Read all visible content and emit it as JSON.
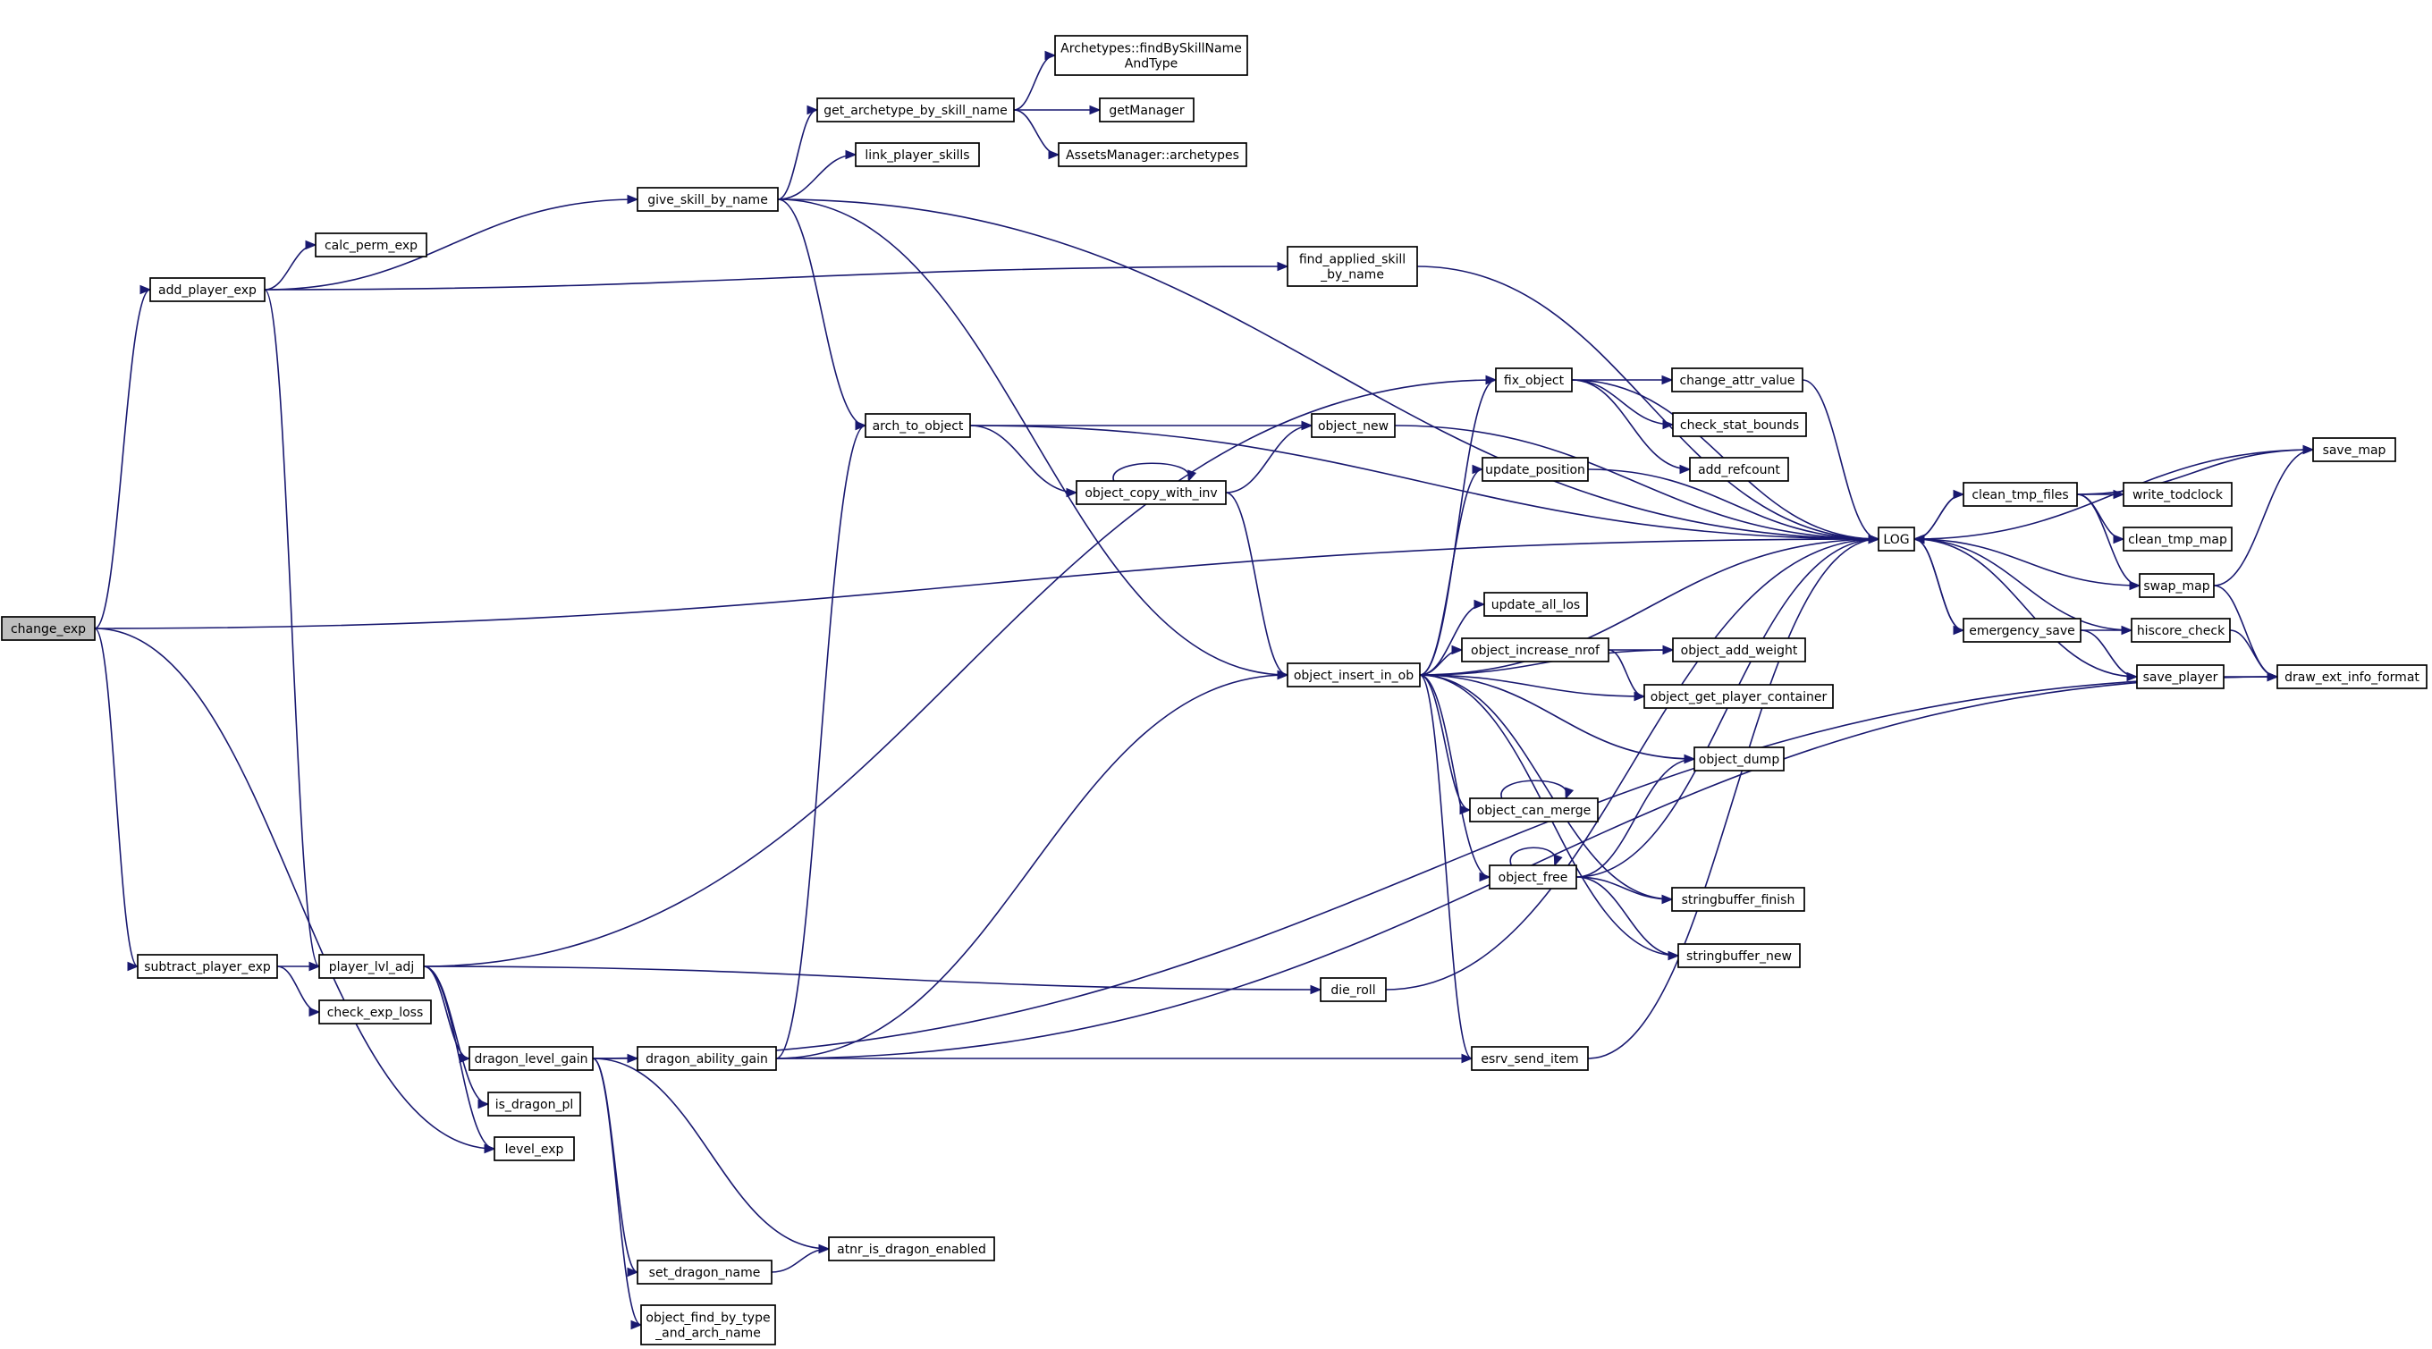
{
  "colors": {
    "edge": "#191970",
    "node_border_default": "#000000",
    "node_border_incomplete": "#ff0000",
    "node_fill_focus": "#bfbfbf",
    "node_fill": "#ffffff"
  },
  "graph": {
    "nodes": [
      {
        "id": "change_exp",
        "label": [
          "change_exp"
        ],
        "style": "focus"
      },
      {
        "id": "add_player_exp",
        "label": [
          "add_player_exp"
        ],
        "style": "normal"
      },
      {
        "id": "give_skill_by_name",
        "label": [
          "give_skill_by_name"
        ],
        "style": "normal"
      },
      {
        "id": "calc_perm_exp",
        "label": [
          "calc_perm_exp"
        ],
        "style": "normal"
      },
      {
        "id": "get_archetype_by_skill_name",
        "label": [
          "get_archetype_by_skill_name"
        ],
        "style": "normal"
      },
      {
        "id": "link_player_skills",
        "label": [
          "link_player_skills"
        ],
        "style": "normal"
      },
      {
        "id": "findBySkillName",
        "label": [
          "Archetypes::findBySkillName",
          "AndType"
        ],
        "style": "normal"
      },
      {
        "id": "getManager",
        "label": [
          "getManager"
        ],
        "style": "normal"
      },
      {
        "id": "AssetsManager_archetypes",
        "label": [
          "AssetsManager::archetypes"
        ],
        "style": "normal"
      },
      {
        "id": "find_applied_skill_by_name",
        "label": [
          "find_applied_skill",
          "_by_name"
        ],
        "style": "normal"
      },
      {
        "id": "arch_to_object",
        "label": [
          "arch_to_object"
        ],
        "style": "normal"
      },
      {
        "id": "object_copy_with_inv",
        "label": [
          "object_copy_with_inv"
        ],
        "style": "incomplete"
      },
      {
        "id": "object_new",
        "label": [
          "object_new"
        ],
        "style": "incomplete"
      },
      {
        "id": "fix_object",
        "label": [
          "fix_object"
        ],
        "style": "incomplete"
      },
      {
        "id": "change_attr_value",
        "label": [
          "change_attr_value"
        ],
        "style": "normal"
      },
      {
        "id": "check_stat_bounds",
        "label": [
          "check_stat_bounds"
        ],
        "style": "incomplete"
      },
      {
        "id": "add_refcount",
        "label": [
          "add_refcount"
        ],
        "style": "normal"
      },
      {
        "id": "update_position",
        "label": [
          "update_position"
        ],
        "style": "incomplete"
      },
      {
        "id": "update_all_los",
        "label": [
          "update_all_los"
        ],
        "style": "normal"
      },
      {
        "id": "object_increase_nrof",
        "label": [
          "object_increase_nrof"
        ],
        "style": "incomplete"
      },
      {
        "id": "object_add_weight",
        "label": [
          "object_add_weight"
        ],
        "style": "normal"
      },
      {
        "id": "object_get_player_container",
        "label": [
          "object_get_player_container"
        ],
        "style": "normal"
      },
      {
        "id": "object_insert_in_ob",
        "label": [
          "object_insert_in_ob"
        ],
        "style": "normal"
      },
      {
        "id": "object_dump",
        "label": [
          "object_dump"
        ],
        "style": "incomplete"
      },
      {
        "id": "object_can_merge",
        "label": [
          "object_can_merge"
        ],
        "style": "incomplete"
      },
      {
        "id": "object_free",
        "label": [
          "object_free"
        ],
        "style": "incomplete"
      },
      {
        "id": "stringbuffer_finish",
        "label": [
          "stringbuffer_finish"
        ],
        "style": "normal"
      },
      {
        "id": "stringbuffer_new",
        "label": [
          "stringbuffer_new"
        ],
        "style": "incomplete"
      },
      {
        "id": "LOG",
        "label": [
          "LOG"
        ],
        "style": "normal"
      },
      {
        "id": "clean_tmp_files",
        "label": [
          "clean_tmp_files"
        ],
        "style": "normal"
      },
      {
        "id": "write_todclock",
        "label": [
          "write_todclock"
        ],
        "style": "incomplete"
      },
      {
        "id": "clean_tmp_map",
        "label": [
          "clean_tmp_map"
        ],
        "style": "normal"
      },
      {
        "id": "swap_map",
        "label": [
          "swap_map"
        ],
        "style": "incomplete"
      },
      {
        "id": "save_map",
        "label": [
          "save_map"
        ],
        "style": "incomplete"
      },
      {
        "id": "emergency_save",
        "label": [
          "emergency_save"
        ],
        "style": "normal"
      },
      {
        "id": "hiscore_check",
        "label": [
          "hiscore_check"
        ],
        "style": "incomplete"
      },
      {
        "id": "save_player",
        "label": [
          "save_player"
        ],
        "style": "incomplete"
      },
      {
        "id": "draw_ext_info_format",
        "label": [
          "draw_ext_info_format"
        ],
        "style": "normal"
      },
      {
        "id": "subtract_player_exp",
        "label": [
          "subtract_player_exp"
        ],
        "style": "normal"
      },
      {
        "id": "player_lvl_adj",
        "label": [
          "player_lvl_adj"
        ],
        "style": "normal"
      },
      {
        "id": "check_exp_loss",
        "label": [
          "check_exp_loss"
        ],
        "style": "normal"
      },
      {
        "id": "die_roll",
        "label": [
          "die_roll"
        ],
        "style": "normal"
      },
      {
        "id": "dragon_level_gain",
        "label": [
          "dragon_level_gain"
        ],
        "style": "normal"
      },
      {
        "id": "dragon_ability_gain",
        "label": [
          "dragon_ability_gain"
        ],
        "style": "incomplete"
      },
      {
        "id": "esrv_send_item",
        "label": [
          "esrv_send_item"
        ],
        "style": "incomplete"
      },
      {
        "id": "is_dragon_pl",
        "label": [
          "is_dragon_pl"
        ],
        "style": "normal"
      },
      {
        "id": "level_exp",
        "label": [
          "level_exp"
        ],
        "style": "normal"
      },
      {
        "id": "atnr_is_dragon_enabled",
        "label": [
          "atnr_is_dragon_enabled"
        ],
        "style": "normal"
      },
      {
        "id": "set_dragon_name",
        "label": [
          "set_dragon_name"
        ],
        "style": "incomplete"
      },
      {
        "id": "object_find_by_type_and_arch_name",
        "label": [
          "object_find_by_type",
          "_and_arch_name"
        ],
        "style": "normal"
      }
    ],
    "edges": [
      [
        "change_exp",
        "add_player_exp"
      ],
      [
        "change_exp",
        "LOG"
      ],
      [
        "change_exp",
        "subtract_player_exp"
      ],
      [
        "change_exp",
        "level_exp"
      ],
      [
        "add_player_exp",
        "give_skill_by_name"
      ],
      [
        "add_player_exp",
        "calc_perm_exp"
      ],
      [
        "add_player_exp",
        "find_applied_skill_by_name"
      ],
      [
        "add_player_exp",
        "player_lvl_adj"
      ],
      [
        "give_skill_by_name",
        "get_archetype_by_skill_name"
      ],
      [
        "give_skill_by_name",
        "link_player_skills"
      ],
      [
        "give_skill_by_name",
        "LOG"
      ],
      [
        "give_skill_by_name",
        "arch_to_object"
      ],
      [
        "give_skill_by_name",
        "object_insert_in_ob"
      ],
      [
        "get_archetype_by_skill_name",
        "findBySkillName"
      ],
      [
        "get_archetype_by_skill_name",
        "getManager"
      ],
      [
        "get_archetype_by_skill_name",
        "AssetsManager_archetypes"
      ],
      [
        "find_applied_skill_by_name",
        "LOG"
      ],
      [
        "arch_to_object",
        "LOG"
      ],
      [
        "arch_to_object",
        "object_new"
      ],
      [
        "arch_to_object",
        "object_copy_with_inv"
      ],
      [
        "object_copy_with_inv",
        "object_copy_with_inv"
      ],
      [
        "object_copy_with_inv",
        "object_new"
      ],
      [
        "object_copy_with_inv",
        "object_insert_in_ob"
      ],
      [
        "object_new",
        "LOG"
      ],
      [
        "fix_object",
        "LOG"
      ],
      [
        "fix_object",
        "change_attr_value"
      ],
      [
        "fix_object",
        "check_stat_bounds"
      ],
      [
        "fix_object",
        "add_refcount"
      ],
      [
        "change_attr_value",
        "LOG"
      ],
      [
        "update_position",
        "LOG"
      ],
      [
        "object_increase_nrof",
        "object_add_weight"
      ],
      [
        "object_increase_nrof",
        "object_get_player_container"
      ],
      [
        "object_insert_in_ob",
        "fix_object"
      ],
      [
        "object_insert_in_ob",
        "update_position"
      ],
      [
        "object_insert_in_ob",
        "LOG"
      ],
      [
        "object_insert_in_ob",
        "update_all_los"
      ],
      [
        "object_insert_in_ob",
        "object_increase_nrof"
      ],
      [
        "object_insert_in_ob",
        "object_add_weight"
      ],
      [
        "object_insert_in_ob",
        "object_get_player_container"
      ],
      [
        "object_insert_in_ob",
        "object_dump"
      ],
      [
        "object_insert_in_ob",
        "object_can_merge"
      ],
      [
        "object_insert_in_ob",
        "object_free"
      ],
      [
        "object_insert_in_ob",
        "stringbuffer_finish"
      ],
      [
        "object_insert_in_ob",
        "stringbuffer_new"
      ],
      [
        "object_insert_in_ob",
        "esrv_send_item"
      ],
      [
        "object_can_merge",
        "object_can_merge"
      ],
      [
        "object_free",
        "object_free"
      ],
      [
        "object_free",
        "object_dump"
      ],
      [
        "object_free",
        "LOG"
      ],
      [
        "object_free",
        "stringbuffer_finish"
      ],
      [
        "object_free",
        "stringbuffer_new"
      ],
      [
        "esrv_send_item",
        "LOG"
      ],
      [
        "LOG",
        "clean_tmp_files"
      ],
      [
        "LOG",
        "emergency_save"
      ],
      [
        "clean_tmp_files",
        "LOG"
      ],
      [
        "clean_tmp_files",
        "save_map"
      ],
      [
        "clean_tmp_files",
        "write_todclock"
      ],
      [
        "clean_tmp_files",
        "clean_tmp_map"
      ],
      [
        "clean_tmp_files",
        "swap_map"
      ],
      [
        "save_map",
        "LOG"
      ],
      [
        "swap_map",
        "LOG"
      ],
      [
        "swap_map",
        "save_map"
      ],
      [
        "swap_map",
        "draw_ext_info_format"
      ],
      [
        "emergency_save",
        "LOG"
      ],
      [
        "emergency_save",
        "hiscore_check"
      ],
      [
        "emergency_save",
        "save_player"
      ],
      [
        "hiscore_check",
        "LOG"
      ],
      [
        "hiscore_check",
        "draw_ext_info_format"
      ],
      [
        "save_player",
        "LOG"
      ],
      [
        "save_player",
        "draw_ext_info_format"
      ],
      [
        "subtract_player_exp",
        "player_lvl_adj"
      ],
      [
        "subtract_player_exp",
        "check_exp_loss"
      ],
      [
        "player_lvl_adj",
        "fix_object"
      ],
      [
        "player_lvl_adj",
        "die_roll"
      ],
      [
        "player_lvl_adj",
        "dragon_level_gain"
      ],
      [
        "player_lvl_adj",
        "is_dragon_pl"
      ],
      [
        "player_lvl_adj",
        "level_exp"
      ],
      [
        "die_roll",
        "LOG"
      ],
      [
        "dragon_level_gain",
        "dragon_ability_gain"
      ],
      [
        "dragon_level_gain",
        "draw_ext_info_format"
      ],
      [
        "dragon_level_gain",
        "atnr_is_dragon_enabled"
      ],
      [
        "dragon_level_gain",
        "set_dragon_name"
      ],
      [
        "dragon_level_gain",
        "object_find_by_type_and_arch_name"
      ],
      [
        "dragon_ability_gain",
        "arch_to_object"
      ],
      [
        "dragon_ability_gain",
        "object_insert_in_ob"
      ],
      [
        "dragon_ability_gain",
        "esrv_send_item"
      ],
      [
        "dragon_ability_gain",
        "draw_ext_info_format"
      ],
      [
        "set_dragon_name",
        "atnr_is_dragon_enabled"
      ]
    ]
  }
}
